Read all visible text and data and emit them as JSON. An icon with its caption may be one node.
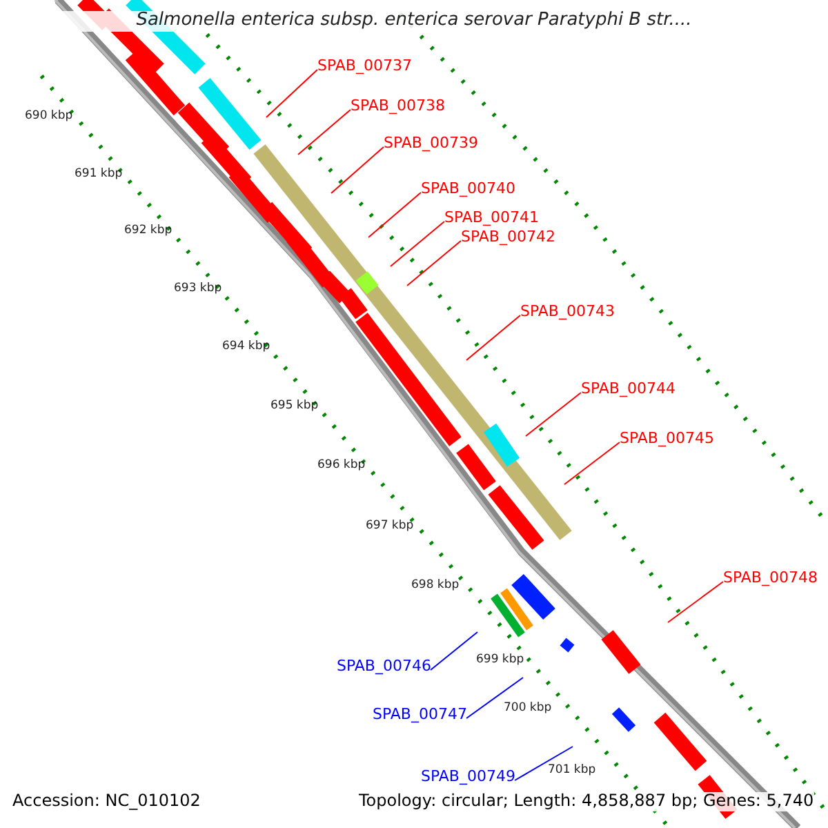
{
  "diagram": {
    "title": "Salmonella enterica subsp. enterica serovar Paratyphi B str....",
    "nodes": [
      {
        "text": [
          "SPAB_00737"
        ]
      },
      {
        "text": [
          "SPAB_00738"
        ]
      },
      {
        "text": [
          "SPAB_00739"
        ]
      },
      {
        "text": [
          "SPAB_00740"
        ]
      },
      {
        "text": [
          "SPAB_00741"
        ]
      },
      {
        "text": [
          "SPAB_00742"
        ]
      },
      {
        "text": [
          "SPAB_00743"
        ]
      },
      {
        "text": [
          "SPAB_00744"
        ]
      },
      {
        "text": [
          "SPAB_00745"
        ]
      },
      {
        "text": [
          "SPAB_00748"
        ]
      },
      {
        "text": [
          "SPAB_00746"
        ]
      },
      {
        "text": [
          "SPAB_00747"
        ]
      },
      {
        "text": [
          "SPAB_00749"
        ]
      }
    ],
    "edges": [
      {
        "from": 0,
        "to": null,
        "arrow": "none"
      },
      {
        "from": 1,
        "to": null,
        "arrow": "none"
      },
      {
        "from": 2,
        "to": null,
        "arrow": "none"
      },
      {
        "from": 3,
        "to": null,
        "arrow": "none"
      },
      {
        "from": 4,
        "to": null,
        "arrow": "none"
      },
      {
        "from": 5,
        "to": null,
        "arrow": "none"
      },
      {
        "from": 6,
        "to": null,
        "arrow": "none"
      },
      {
        "from": 7,
        "to": null,
        "arrow": "none"
      },
      {
        "from": 8,
        "to": null,
        "arrow": "none"
      },
      {
        "from": 9,
        "to": null,
        "arrow": "none"
      },
      {
        "from": 10,
        "to": null,
        "arrow": "none",
        "color": "#0000ff"
      },
      {
        "from": 11,
        "to": null,
        "arrow": "none",
        "color": "#0000ff"
      },
      {
        "from": 12,
        "to": null,
        "arrow": "none",
        "color": "#0000ff"
      }
    ],
    "labels": [
      "690 kbp",
      "691 kbp",
      "692 kbp",
      "693 kbp",
      "694 kbp",
      "695 kbp",
      "696 kbp",
      "697 kbp",
      "698 kbp",
      "699 kbp",
      "700 kbp",
      "701 kbp",
      "Accession: NC_010102",
      "Topology: circular; Length: 4,858,887 bp; Genes: 5,740"
    ]
  }
}
